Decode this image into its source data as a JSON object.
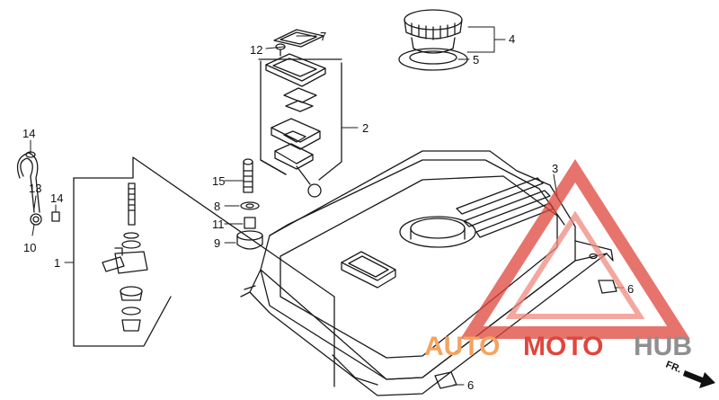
{
  "diagram": {
    "callouts": {
      "c1": "1",
      "c2": "2",
      "c3": "3",
      "c4": "4",
      "c5": "5",
      "c6a": "6",
      "c6b": "6",
      "c7": "7",
      "c8": "8",
      "c9": "9",
      "c10": "10",
      "c11": "11",
      "c12": "12",
      "c13": "13",
      "c14a": "14",
      "c14b": "14",
      "c15": "15"
    },
    "direction_label": "FR."
  },
  "watermark": {
    "part1": "AUTO",
    "part2": "MOTO",
    "part3": "HUB",
    "color_red": "#e0463c",
    "color_orange": "#f4a460",
    "color_grey": "#8f8f8f"
  }
}
